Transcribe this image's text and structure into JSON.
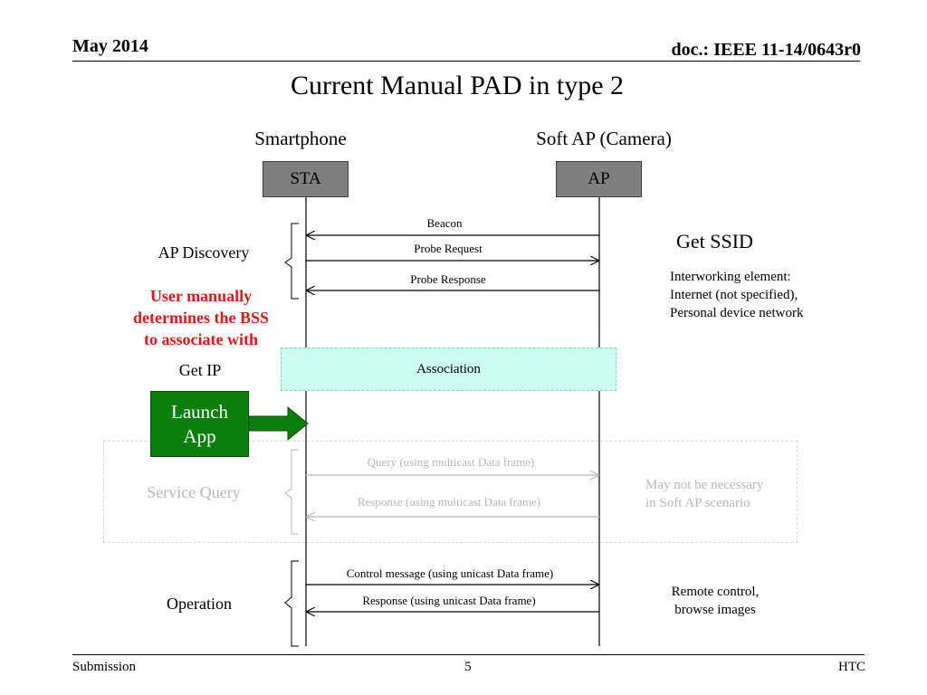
{
  "header": {
    "date": "May 2014",
    "doc_id": "doc.: IEEE 11-14/0643r0"
  },
  "title": "Current Manual PAD in type 2",
  "entities": {
    "left": {
      "label": "Smartphone",
      "box": "STA"
    },
    "right": {
      "label": "Soft AP (Camera)",
      "box": "AP"
    }
  },
  "messages": {
    "beacon": "Beacon",
    "probe_request": "Probe Request",
    "probe_response": "Probe Response",
    "association": "Association",
    "query": "Query (using multicast Data frame)",
    "response_multicast": "Response (using multicast Data frame)",
    "control_message": "Control message (using unicast Data frame)",
    "response_unicast": "Response (using unicast Data frame)"
  },
  "phases": {
    "ap_discovery": "AP Discovery",
    "get_ip": "Get IP",
    "service_query": "Service Query",
    "operation": "Operation"
  },
  "notes": {
    "user_manual": [
      "User manually",
      "determines the BSS",
      "to associate with"
    ],
    "get_ssid": "Get SSID",
    "interworking": [
      "Interworking element:",
      "Internet (not specified),",
      "Personal device network"
    ],
    "not_necessary": [
      "May not be necessary",
      "in Soft AP scenario"
    ],
    "remote_control": [
      "Remote control,",
      "browse images"
    ]
  },
  "launch_app": [
    "Launch",
    "App"
  ],
  "footer": {
    "left": "Submission",
    "page": "5",
    "right": "HTC"
  },
  "colors": {
    "entity_box": "#7f7f7f",
    "association": "#ccfdf1",
    "launch_app": "#0a7f0a",
    "alert_text": "#e01818",
    "faded": "#b8b8b8"
  }
}
